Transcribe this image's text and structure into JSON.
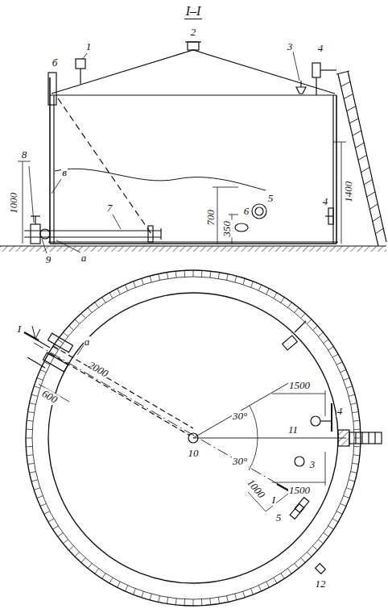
{
  "diagram": {
    "title": "I–I",
    "labels": [
      "2",
      "1",
      "б",
      "3",
      "4",
      "8",
      "в",
      "1000",
      "9",
      "а",
      "7",
      "6",
      "5",
      "700",
      "350",
      "4",
      "1400",
      "I",
      "а",
      "2000",
      "600",
      "1500",
      "4",
      "30°",
      "30°",
      "11",
      "10",
      "3",
      "1500",
      "1000",
      "5",
      "12",
      "I"
    ]
  }
}
